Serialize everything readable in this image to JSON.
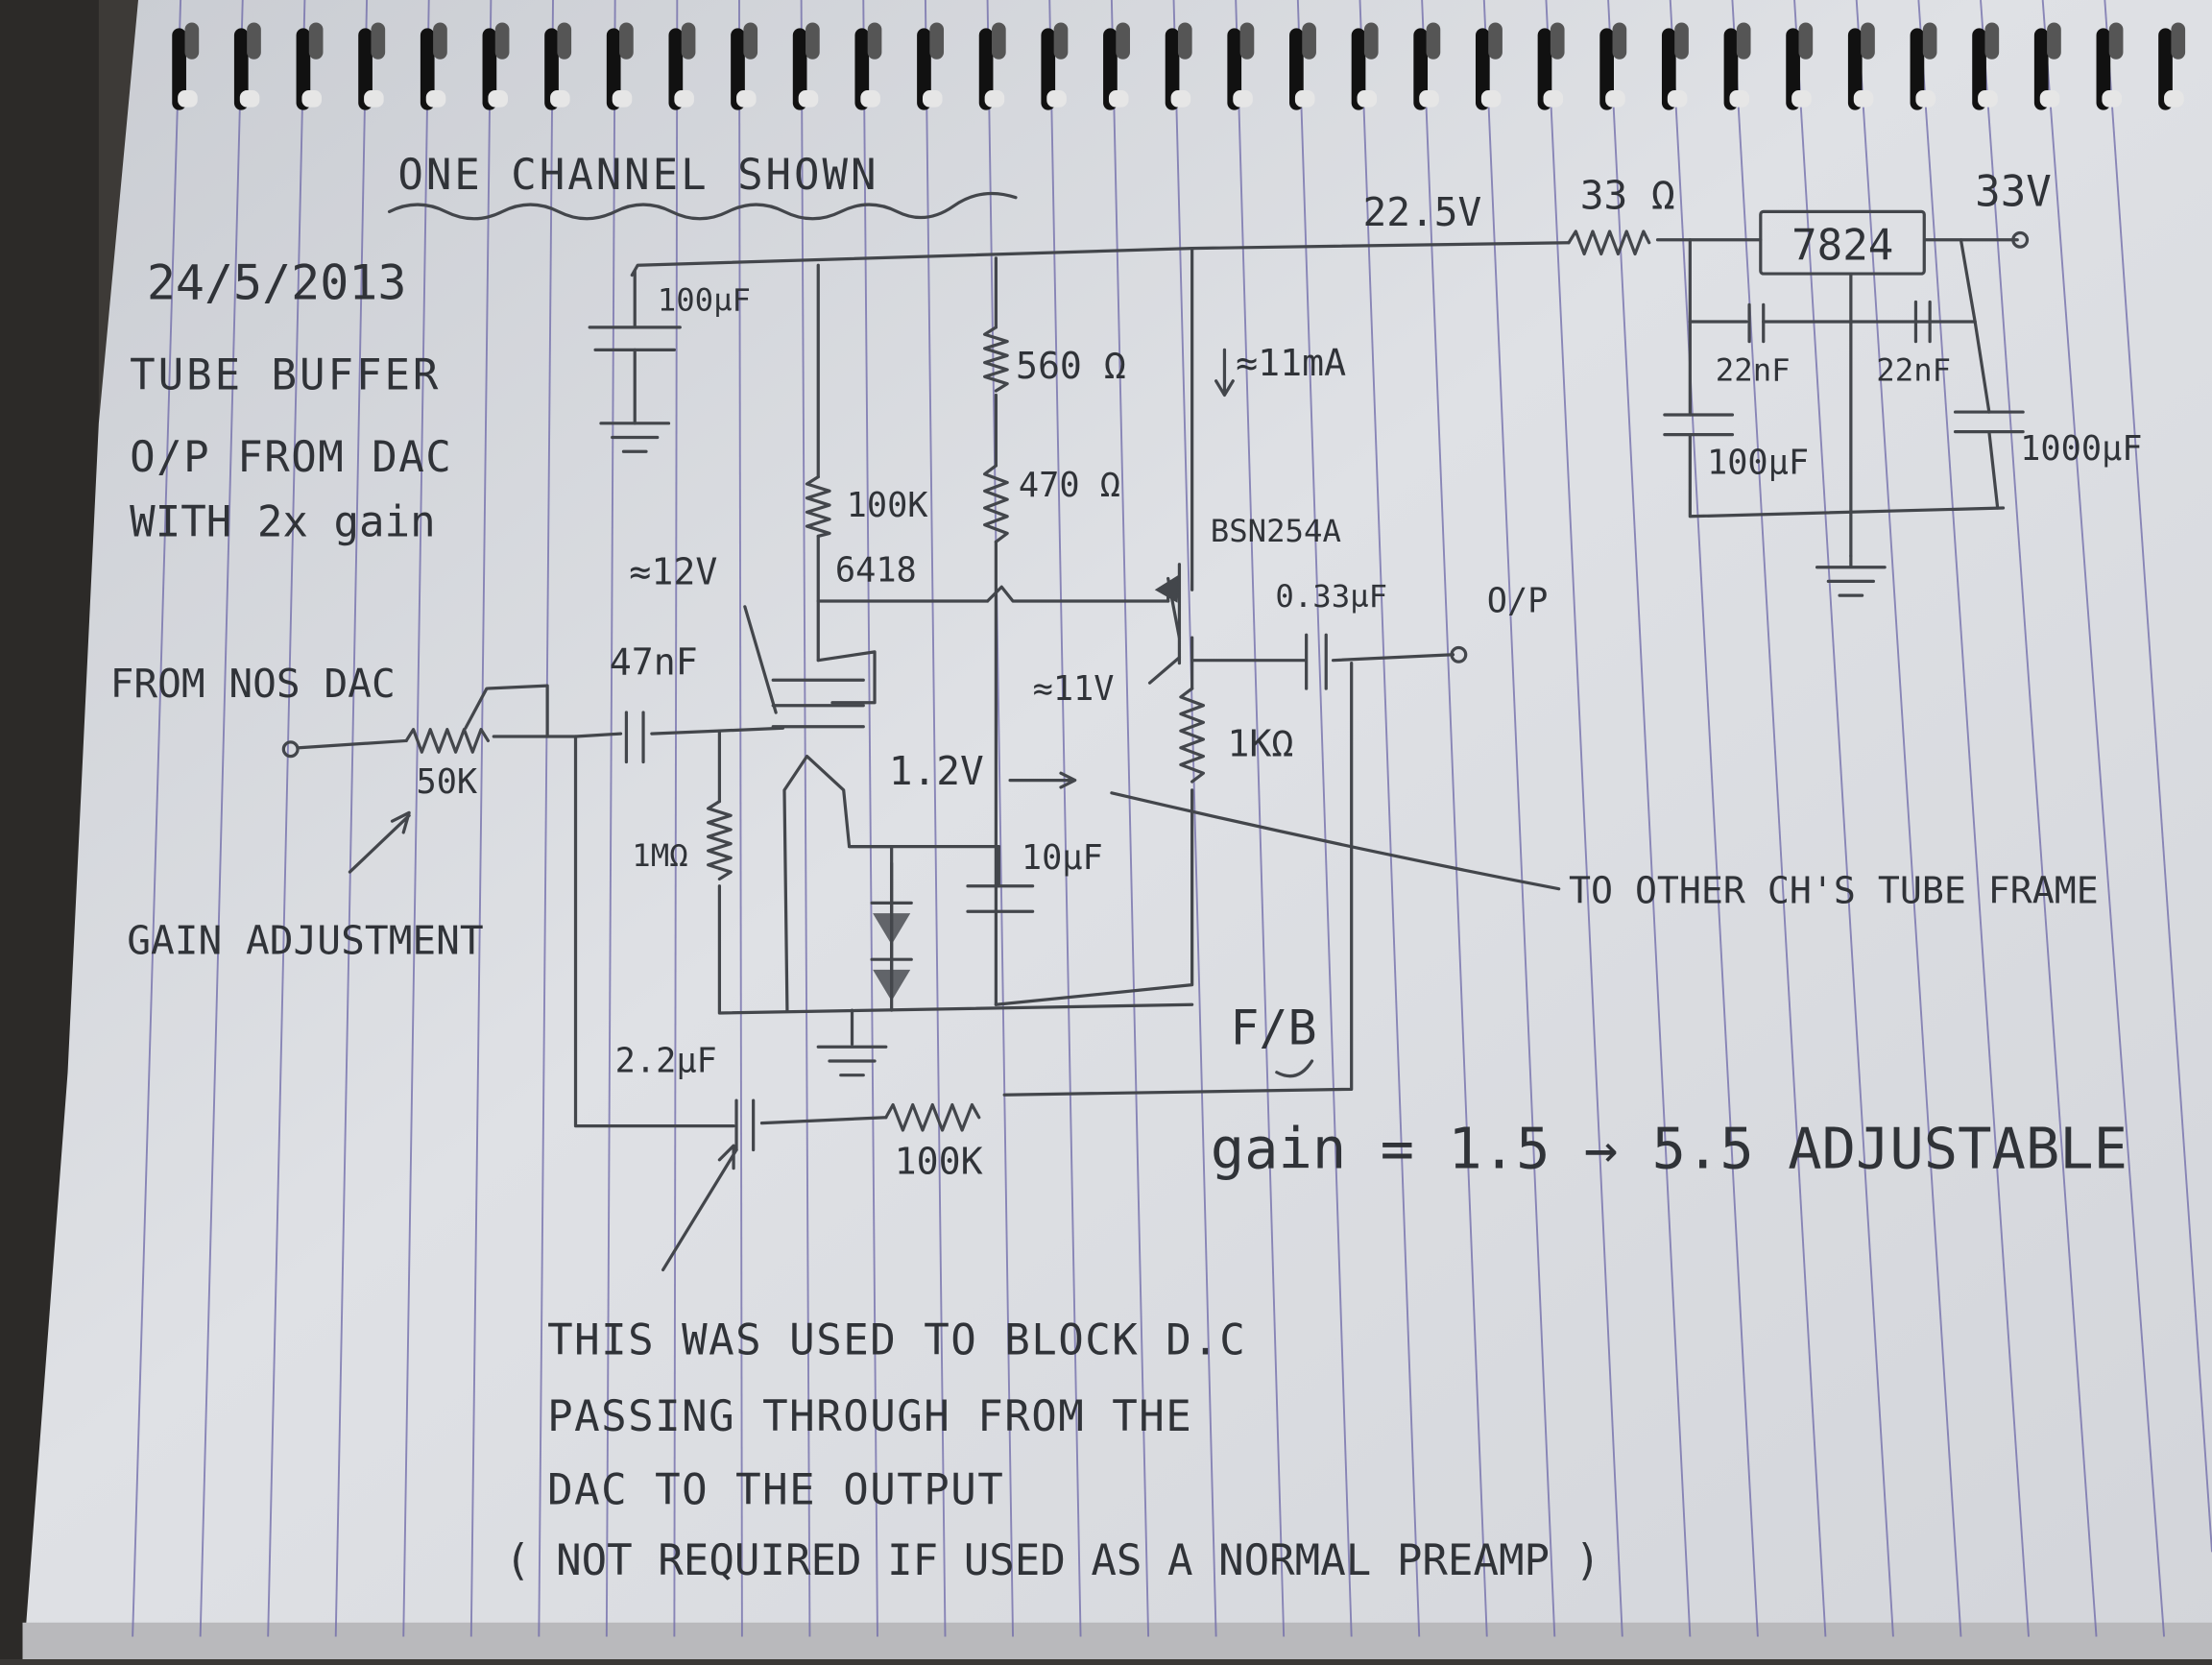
{
  "notebook": {
    "title": "ONE CHANNEL SHOWN",
    "date": "24/5/2013",
    "description": [
      "TUBE BUFFER",
      "O/P FROM DAC",
      "WITH 2x gain"
    ],
    "input_label": "FROM NOS DAC",
    "gain_pot_value": "50K",
    "gain_adjust_label": "GAIN ADJUSTMENT",
    "supply": {
      "unregulated_voltage": "33V",
      "series_resistor": "33 Ω",
      "regulated_voltage": "22.5V",
      "regulator": "7824",
      "cap_in_small": "22nF",
      "cap_out_small": "22nF",
      "cap_in_bulk": "100µF",
      "cap_out_bulk": "1000µF"
    },
    "components": {
      "decoupling_cap": "100µF",
      "current": "≈11mA",
      "r_560": "560 Ω",
      "r_470": "470 Ω",
      "r_100k_plate": "100K",
      "tube": "6418",
      "mosfet": "BSN254A",
      "plate_voltage": "≈12V",
      "source_voltage": "≈11V",
      "input_cap": "47nF",
      "output_cap": "0.33µF",
      "output_label": "O/P",
      "source_resistor": "1KΩ",
      "filament_voltage": "1.2V",
      "filament_cap": "10µF",
      "grid_resistor": "1MΩ",
      "fb_cap": "2.2µF",
      "fb_resistor": "100K",
      "fb_label": "F/B"
    },
    "frame_note": "TO OTHER CH'S TUBE FRAME",
    "gain_formula": "gain = 1.5 → 5.5 ADJUSTABLE",
    "note_lines": [
      "THIS WAS USED TO BLOCK D.C",
      "PASSING THROUGH FROM THE",
      "DAC TO THE OUTPUT",
      "( NOT REQUIRED IF USED AS A NORMAL PREAMP )"
    ]
  }
}
